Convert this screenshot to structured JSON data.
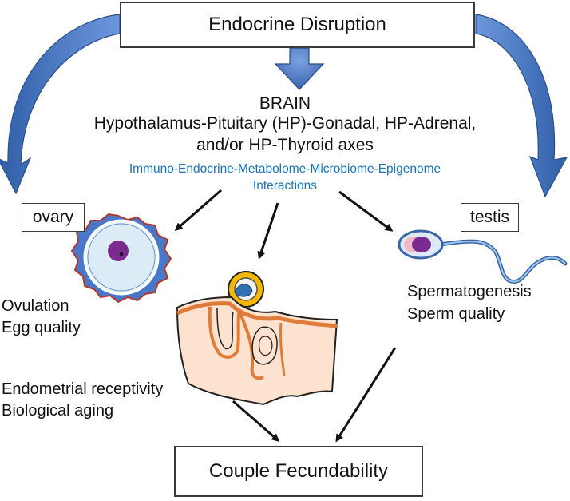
{
  "title": "Endocrine Disruption",
  "brain": {
    "heading": "BRAIN",
    "axes_line1": "Hypothalamus-Pituitary (HP)-Gonadal, HP-Adrenal,",
    "axes_line2": "and/or HP-Thyroid axes"
  },
  "interactions": {
    "line1": "Immuno-Endocrine-Metabolome-Microbiome-Epigenome",
    "line2": "Interactions"
  },
  "ovary": {
    "tag": "ovary",
    "effect1": "Ovulation",
    "effect2": "Egg quality"
  },
  "endometrium": {
    "effect1": "Endometrial receptivity",
    "effect2": "Biological aging"
  },
  "testis": {
    "tag": "testis",
    "effect1": "Spermatogenesis",
    "effect2": "Sperm quality"
  },
  "outcome": "Couple Fecundability",
  "colors": {
    "curved_arrow": "#4472c4",
    "interactions_text": "#1a73b5",
    "ovary_body": "#4a78c8",
    "ovary_border": "#b03a2e",
    "oocyte_nucleus": "#7b2a90",
    "endometrium_fill": "#fde2cf",
    "endometrium_stroke": "#e07c3a",
    "embryo_ring": "#f5b800",
    "sperm_tail": "#4a86c8"
  }
}
